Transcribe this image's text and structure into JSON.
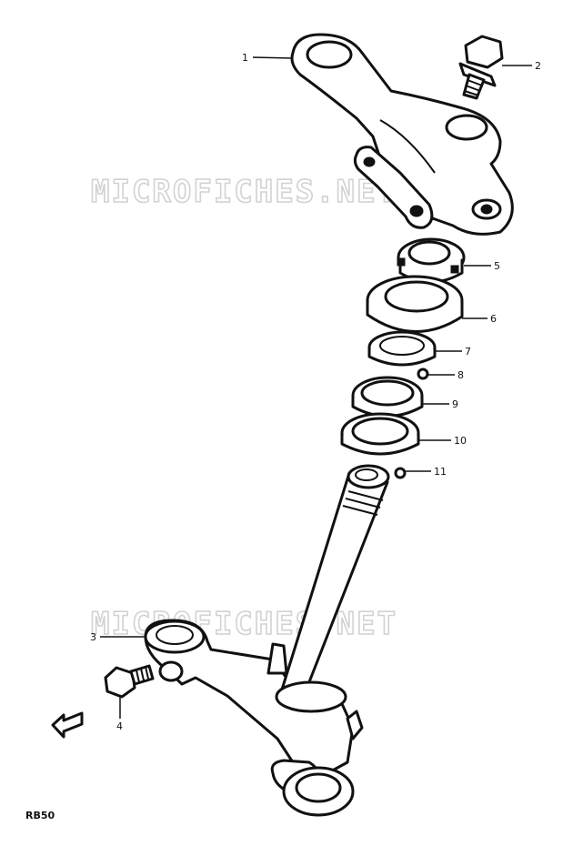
{
  "watermark": "MICROFICHES.NET",
  "model_code": "RB50",
  "callouts": [
    {
      "id": "callout-1",
      "label": "1",
      "part": "upper-bracket"
    },
    {
      "id": "callout-2",
      "label": "2",
      "part": "bolt"
    },
    {
      "id": "callout-3",
      "label": "3",
      "part": "steering-stem-lower-bracket"
    },
    {
      "id": "callout-4",
      "label": "4",
      "part": "bolt"
    },
    {
      "id": "callout-5",
      "label": "5",
      "part": "steering-stem-nut"
    },
    {
      "id": "callout-6",
      "label": "6",
      "part": "dust-seal-cover"
    },
    {
      "id": "callout-7",
      "label": "7",
      "part": "upper-bearing-race"
    },
    {
      "id": "callout-8",
      "label": "8",
      "part": "steel-ball"
    },
    {
      "id": "callout-9",
      "label": "9",
      "part": "bearing-race"
    },
    {
      "id": "callout-10",
      "label": "10",
      "part": "lower-bearing-race"
    },
    {
      "id": "callout-11",
      "label": "11",
      "part": "steel-ball"
    }
  ],
  "front_arrow_icon": "arrow-left-icon"
}
